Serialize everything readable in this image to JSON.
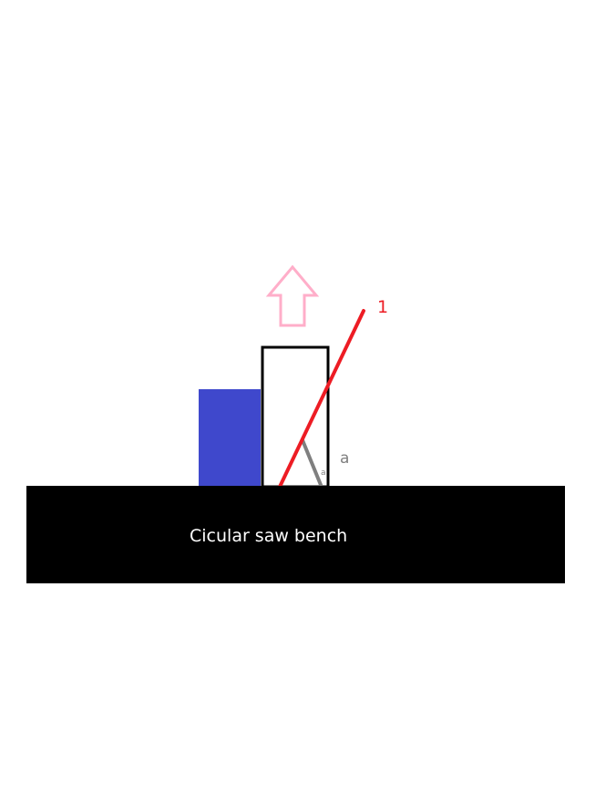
{
  "bench": {
    "label": "Cicular saw bench",
    "fill": "#000000",
    "text_color": "#ffffff"
  },
  "block": {
    "fill": "#3f48cc"
  },
  "workpiece": {
    "stroke": "#000000",
    "fill": "#ffffff"
  },
  "cut_line": {
    "label": "1",
    "color": "#ed1c24"
  },
  "angle": {
    "label": "a",
    "small_label": "a",
    "color": "#7f7f7f"
  },
  "arrow": {
    "direction": "up",
    "color": "#ffaec9"
  }
}
